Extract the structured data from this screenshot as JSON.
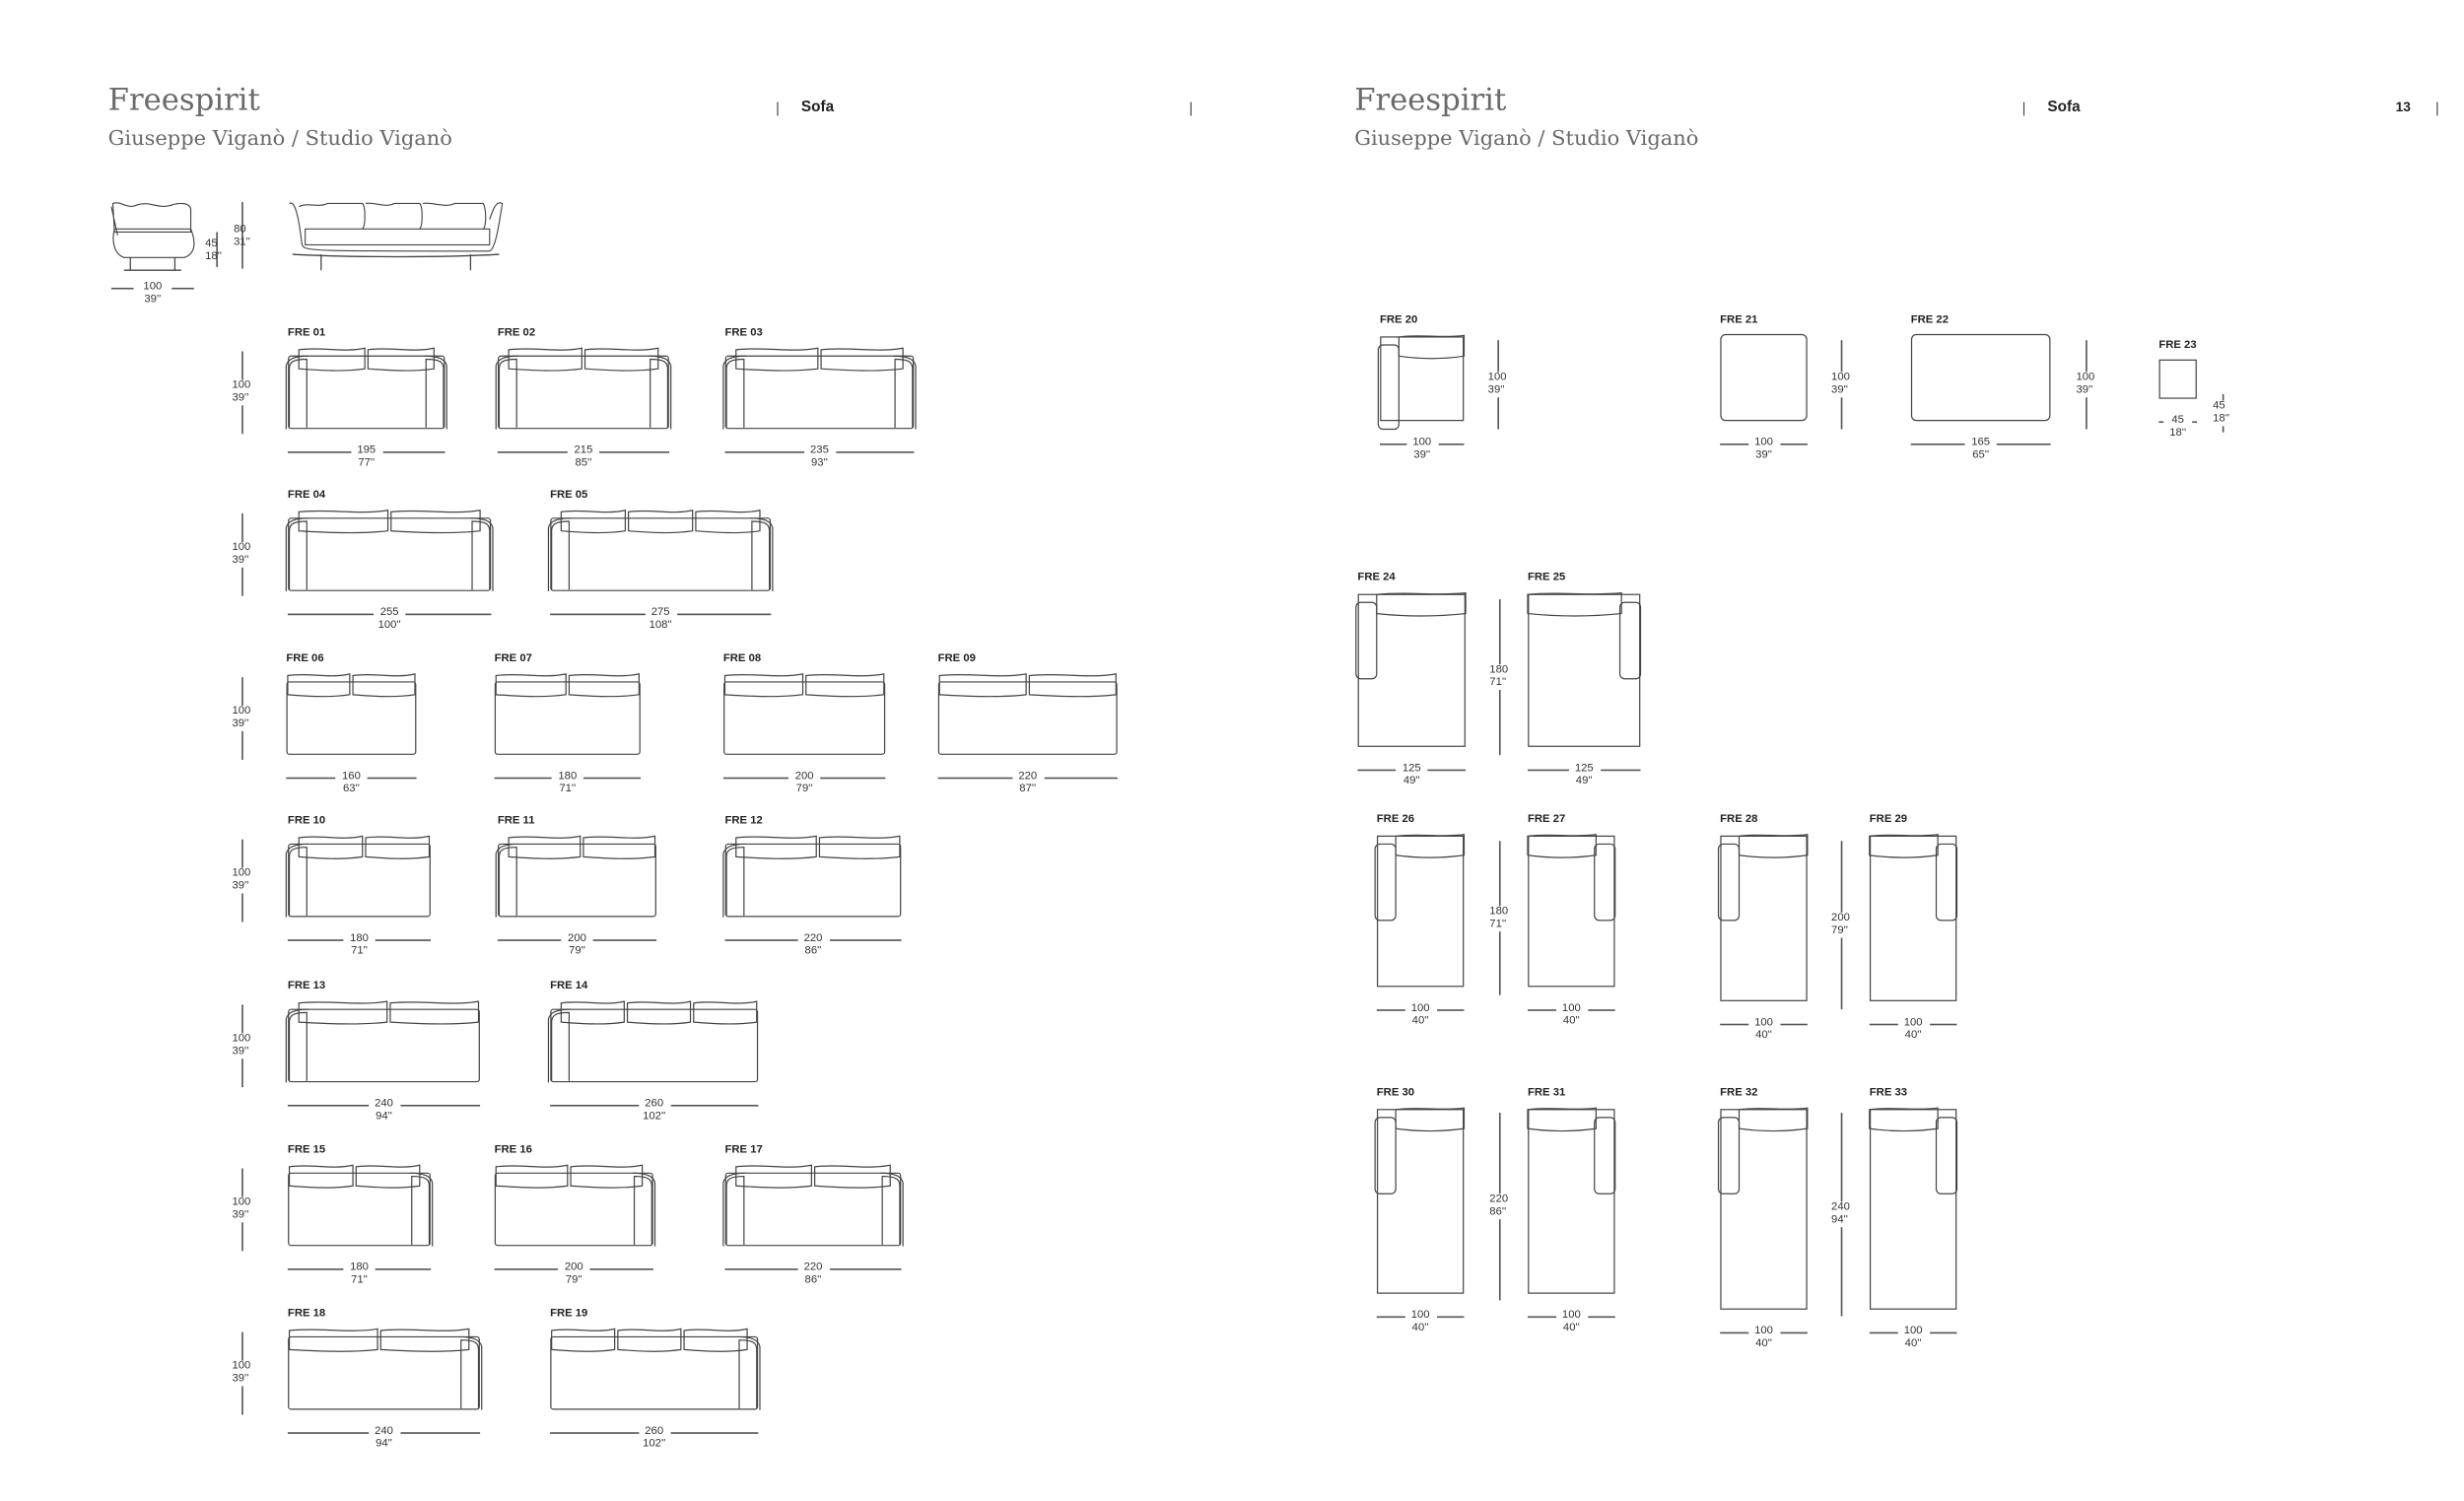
{
  "pages": [
    {
      "title": "Freespirit",
      "designer": "Giuseppe Viganò / Studio Viganò",
      "section": "Sofa",
      "separator": "|",
      "page_number": ""
    },
    {
      "title": "Freespirit",
      "designer": "Giuseppe Viganò / Studio Viganò",
      "section": "Sofa",
      "separator": "|",
      "page_number": "13"
    }
  ],
  "overview": {
    "seat_height_cm": "45",
    "seat_height_in": "18''",
    "height_cm": "80",
    "height_in": "31''",
    "depth_cm": "100",
    "depth_in": "39''"
  },
  "items": [
    {
      "code": "FRE 01",
      "w_cm": "195",
      "w_in": "77''"
    },
    {
      "code": "FRE 02",
      "w_cm": "215",
      "w_in": "85''"
    },
    {
      "code": "FRE 03",
      "w_cm": "235",
      "w_in": "93''"
    },
    {
      "code": "FRE 04",
      "w_cm": "255",
      "w_in": "100''"
    },
    {
      "code": "FRE 05",
      "w_cm": "275",
      "w_in": "108''"
    },
    {
      "code": "FRE 06",
      "w_cm": "160",
      "w_in": "63''"
    },
    {
      "code": "FRE 07",
      "w_cm": "180",
      "w_in": "71''"
    },
    {
      "code": "FRE 08",
      "w_cm": "200",
      "w_in": "79''"
    },
    {
      "code": "FRE 09",
      "w_cm": "220",
      "w_in": "87''"
    },
    {
      "code": "FRE  10",
      "w_cm": "180",
      "w_in": "71''"
    },
    {
      "code": "FRE  11",
      "w_cm": "200",
      "w_in": "79''"
    },
    {
      "code": "FRE  12",
      "w_cm": "220",
      "w_in": "86''"
    },
    {
      "code": "FRE  13",
      "w_cm": "240",
      "w_in": "94''"
    },
    {
      "code": "FRE  14",
      "w_cm": "260",
      "w_in": "102''"
    },
    {
      "code": "FRE 15",
      "w_cm": "180",
      "w_in": "71''"
    },
    {
      "code": "FRE 16",
      "w_cm": "200",
      "w_in": "79''"
    },
    {
      "code": "FRE 17",
      "w_cm": "220",
      "w_in": "86''"
    },
    {
      "code": "FRE 18",
      "w_cm": "240",
      "w_in": "94''"
    },
    {
      "code": "FRE 19",
      "w_cm": "260",
      "w_in": "102''"
    },
    {
      "code": "FRE  20",
      "w_cm": "100",
      "w_in": "39''"
    },
    {
      "code": "FRE  21",
      "w_cm": "100",
      "w_in": "39''"
    },
    {
      "code": "FRE  22",
      "w_cm": "165",
      "w_in": "65''"
    },
    {
      "code": "FRE  23",
      "w_cm": "45",
      "w_in": "18''"
    },
    {
      "code": "FRE  24",
      "w_cm": "125",
      "w_in": "49''"
    },
    {
      "code": "FRE  25",
      "w_cm": "125",
      "w_in": "49''"
    },
    {
      "code": "FRE  26",
      "w_cm": "100",
      "w_in": "40''"
    },
    {
      "code": "FRE  27",
      "w_cm": "100",
      "w_in": "40''"
    },
    {
      "code": "FRE  28",
      "w_cm": "100",
      "w_in": "40''"
    },
    {
      "code": "FRE  29",
      "w_cm": "100",
      "w_in": "40''"
    },
    {
      "code": "FRE  30",
      "w_cm": "100",
      "w_in": "40''"
    },
    {
      "code": "FRE  31",
      "w_cm": "100",
      "w_in": "40''"
    },
    {
      "code": "FRE  32",
      "w_cm": "100",
      "w_in": "40''"
    },
    {
      "code": "FRE  33",
      "w_cm": "100",
      "w_in": "40''"
    }
  ],
  "depth_labels": [
    {
      "cm": "100",
      "in": "39''"
    },
    {
      "cm": "100",
      "in": "39''"
    },
    {
      "cm": "100",
      "in": "39''"
    },
    {
      "cm": "100",
      "in": "39''"
    },
    {
      "cm": "100",
      "in": "39''"
    },
    {
      "cm": "100",
      "in": "39''"
    },
    {
      "cm": "100",
      "in": "39''"
    },
    {
      "cm": "100",
      "in": "39''"
    },
    {
      "cm": "100",
      "in": "39''"
    },
    {
      "cm": "100",
      "in": "39''"
    },
    {
      "cm": "45",
      "in": "18''"
    },
    {
      "cm": "180",
      "in": "71''"
    },
    {
      "cm": "180",
      "in": "71''"
    },
    {
      "cm": "200",
      "in": "79''"
    },
    {
      "cm": "220",
      "in": "86''"
    },
    {
      "cm": "240",
      "in": "94''"
    }
  ]
}
